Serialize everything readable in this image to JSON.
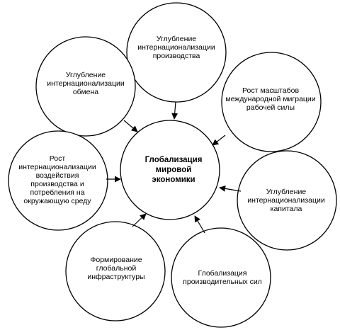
{
  "center": {
    "label": "Глобализация мировой экономики"
  },
  "nodes": [
    {
      "id": "production",
      "label": "Углубление интернационализации производства"
    },
    {
      "id": "exchange",
      "label": "Углубление интернационализации обмена"
    },
    {
      "id": "labor-migration",
      "label": "Рост масштабов международной миграции рабочей силы"
    },
    {
      "id": "environment",
      "label": "Рост интернационализации воздействия производства и потребления на окружающую среду"
    },
    {
      "id": "capital",
      "label": "Углубление интернационализации капитала"
    },
    {
      "id": "infrastructure",
      "label": "Формирование глобальной инфраструктуры"
    },
    {
      "id": "productive-forces",
      "label": "Глобализация производительных сил"
    }
  ]
}
